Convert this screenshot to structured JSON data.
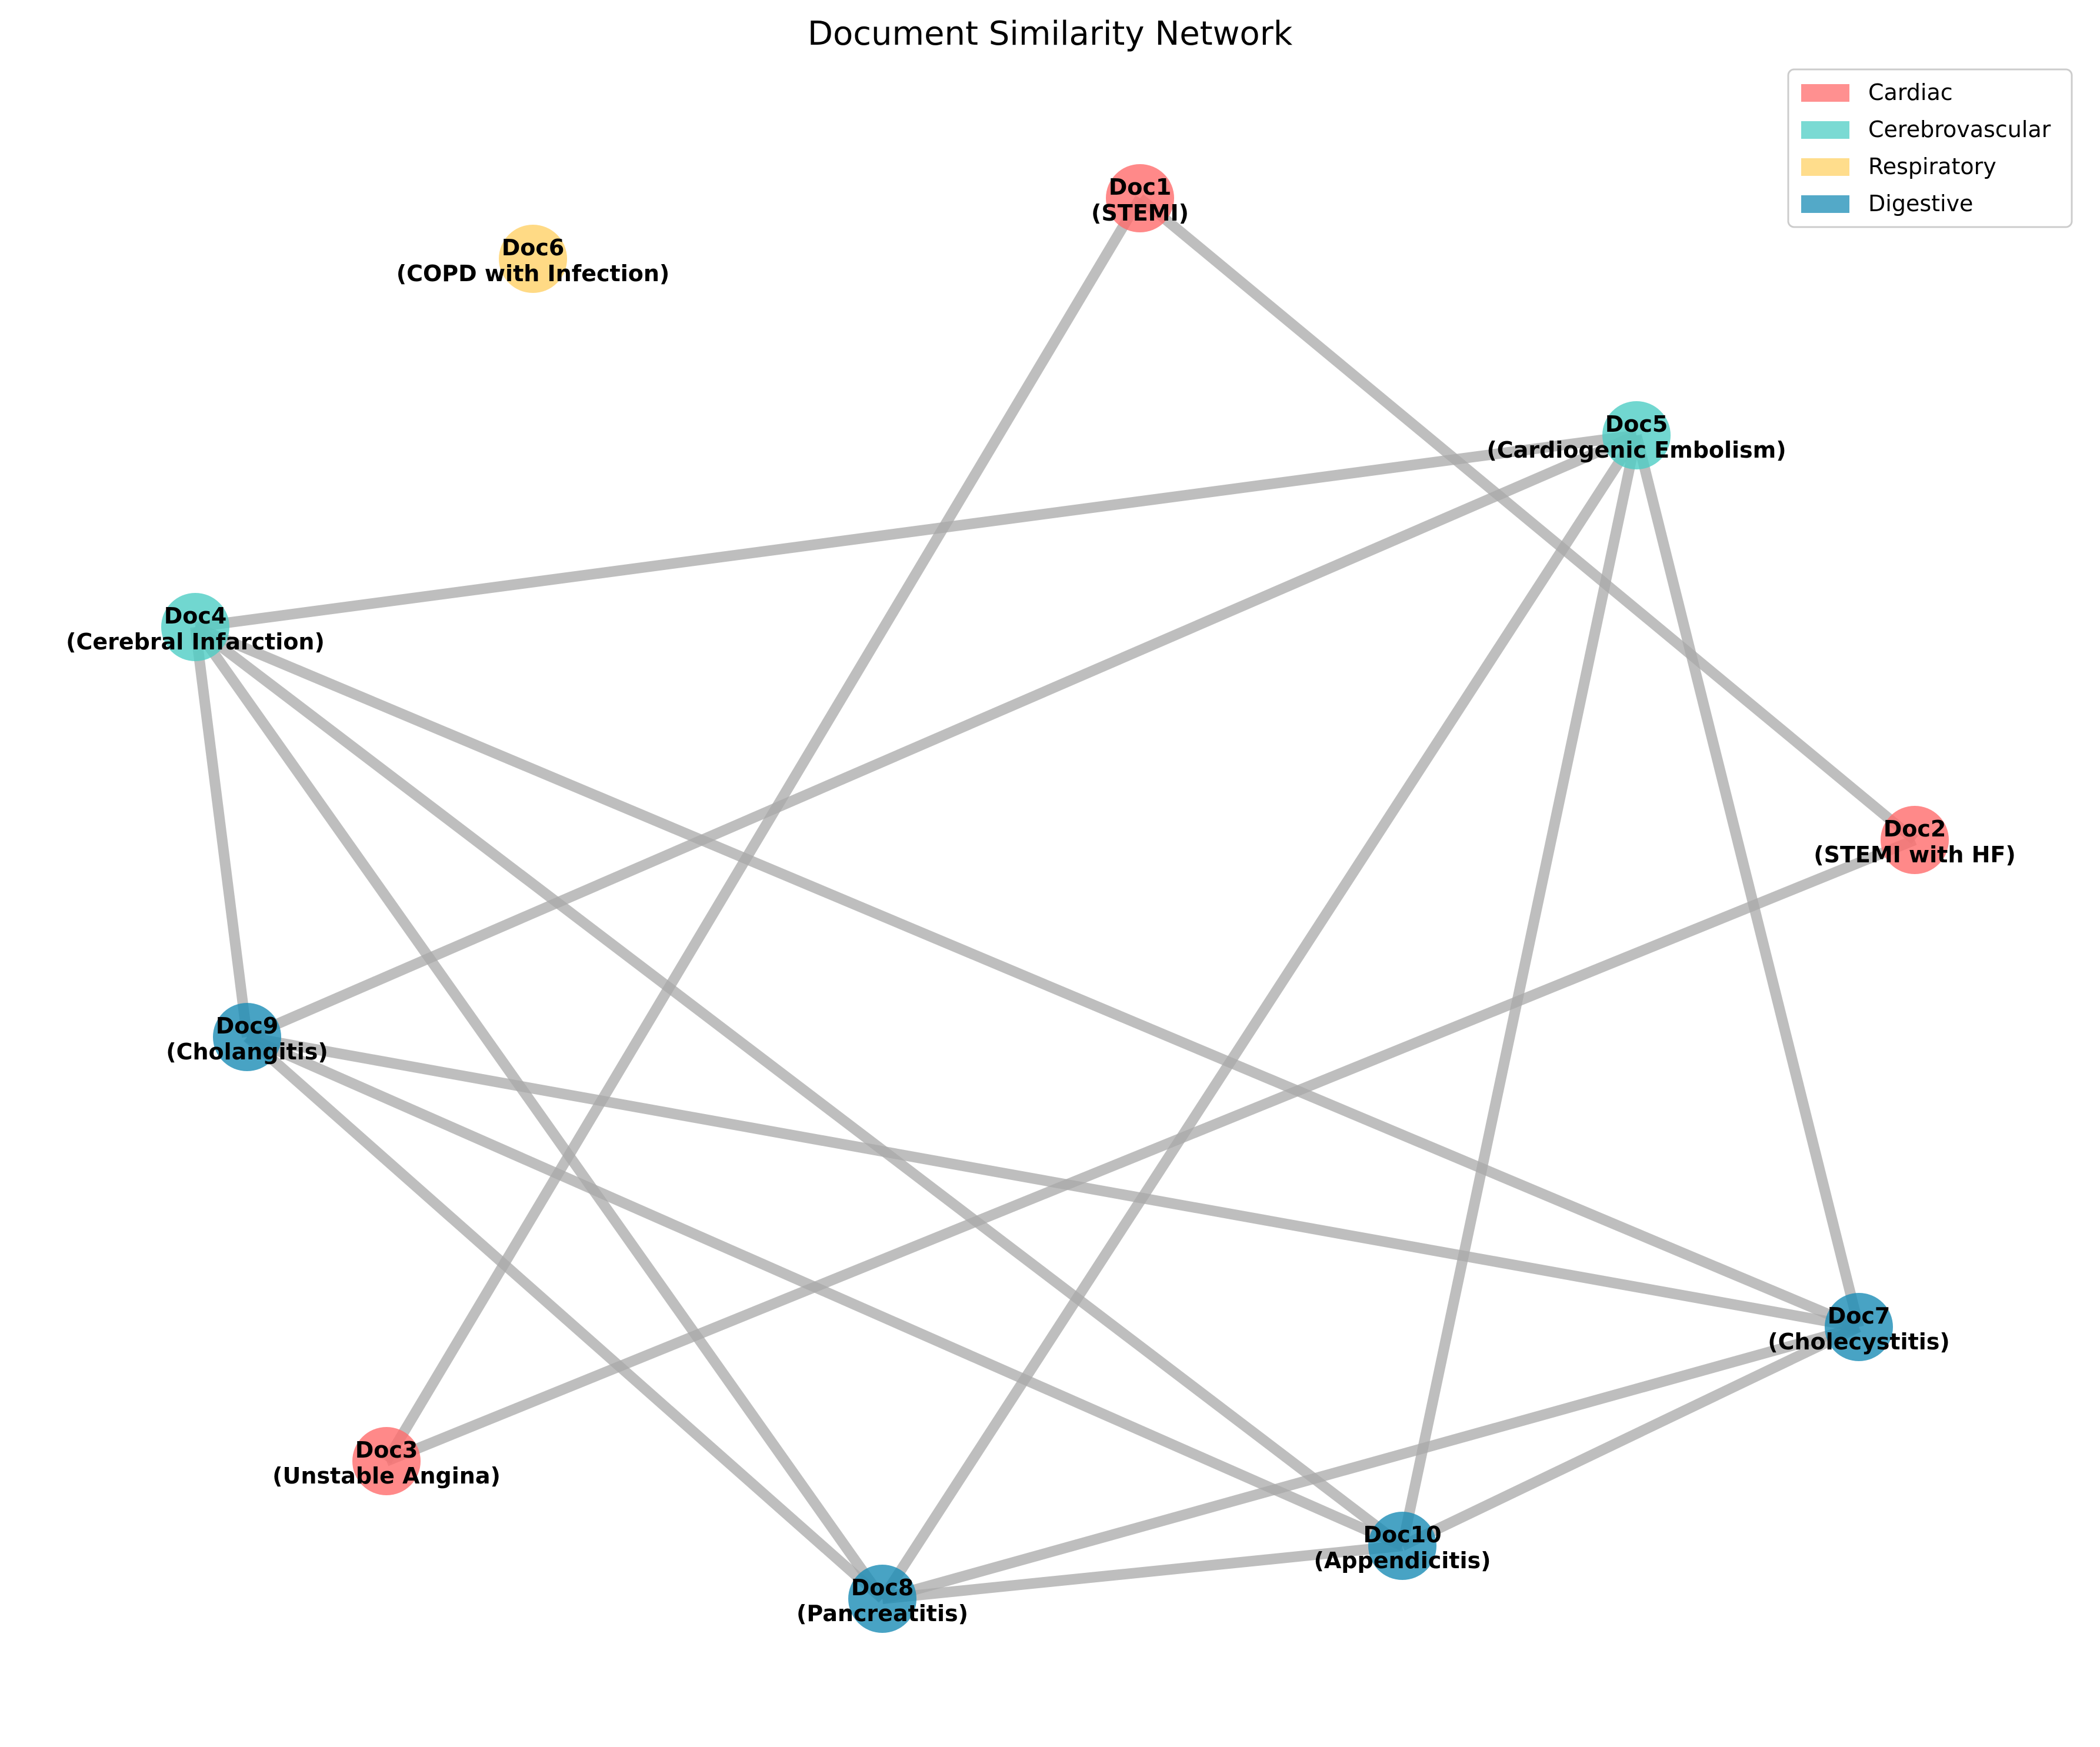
{
  "title": "Document Similarity Network",
  "legend": [
    {
      "label": "Cardiac",
      "color": "#FF6B6B"
    },
    {
      "label": "Cerebrovascular",
      "color": "#4ECDC4"
    },
    {
      "label": "Respiratory",
      "color": "#FFD166"
    },
    {
      "label": "Digestive",
      "color": "#1A8CB5"
    }
  ],
  "nodes": [
    {
      "id": "Doc1",
      "subtitle": "(STEMI)",
      "category": "Cardiac"
    },
    {
      "id": "Doc2",
      "subtitle": "(STEMI with HF)",
      "category": "Cardiac"
    },
    {
      "id": "Doc3",
      "subtitle": "(Unstable Angina)",
      "category": "Cardiac"
    },
    {
      "id": "Doc4",
      "subtitle": "(Cerebral Infarction)",
      "category": "Cerebrovascular"
    },
    {
      "id": "Doc5",
      "subtitle": "(Cardiogenic Embolism)",
      "category": "Cerebrovascular"
    },
    {
      "id": "Doc6",
      "subtitle": "(COPD with Infection)",
      "category": "Respiratory"
    },
    {
      "id": "Doc7",
      "subtitle": "(Cholecystitis)",
      "category": "Digestive"
    },
    {
      "id": "Doc8",
      "subtitle": "(Pancreatitis)",
      "category": "Digestive"
    },
    {
      "id": "Doc9",
      "subtitle": "(Cholangitis)",
      "category": "Digestive"
    },
    {
      "id": "Doc10",
      "subtitle": "(Appendicitis)",
      "category": "Digestive"
    }
  ],
  "edges": [
    {
      "source": "Doc1",
      "target": "Doc2"
    },
    {
      "source": "Doc1",
      "target": "Doc3"
    },
    {
      "source": "Doc2",
      "target": "Doc3"
    },
    {
      "source": "Doc4",
      "target": "Doc5"
    },
    {
      "source": "Doc4",
      "target": "Doc9"
    },
    {
      "source": "Doc4",
      "target": "Doc8"
    },
    {
      "source": "Doc4",
      "target": "Doc10"
    },
    {
      "source": "Doc4",
      "target": "Doc7"
    },
    {
      "source": "Doc5",
      "target": "Doc9"
    },
    {
      "source": "Doc5",
      "target": "Doc8"
    },
    {
      "source": "Doc5",
      "target": "Doc10"
    },
    {
      "source": "Doc5",
      "target": "Doc7"
    },
    {
      "source": "Doc9",
      "target": "Doc7"
    },
    {
      "source": "Doc9",
      "target": "Doc10"
    },
    {
      "source": "Doc9",
      "target": "Doc8"
    },
    {
      "source": "Doc8",
      "target": "Doc10"
    },
    {
      "source": "Doc8",
      "target": "Doc7"
    },
    {
      "source": "Doc10",
      "target": "Doc7"
    }
  ]
}
